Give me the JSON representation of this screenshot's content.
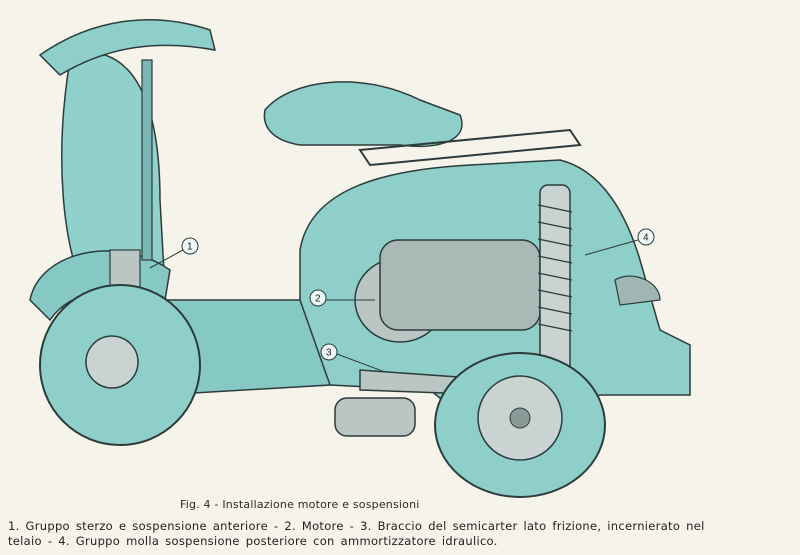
{
  "figure": {
    "callouts": [
      {
        "number": "1"
      },
      {
        "number": "2"
      },
      {
        "number": "3"
      },
      {
        "number": "4"
      }
    ],
    "colors": {
      "body": "#8fcfc9",
      "body_dark": "#6fb6b3",
      "line": "#2c3b3c",
      "engine": "#b9c6c4",
      "paper": "#f6f3ea"
    }
  },
  "caption": {
    "title": "Fig. 4 - Installazione motore e sospensioni",
    "legend_line1": "1. Gruppo sterzo e sospensione anteriore - 2. Motore - 3. Braccio del semicarter lato frizione, incernierato nel",
    "legend_line2": "telaio - 4. Gruppo molla sospensione posteriore con ammortizzatore idraulico."
  }
}
